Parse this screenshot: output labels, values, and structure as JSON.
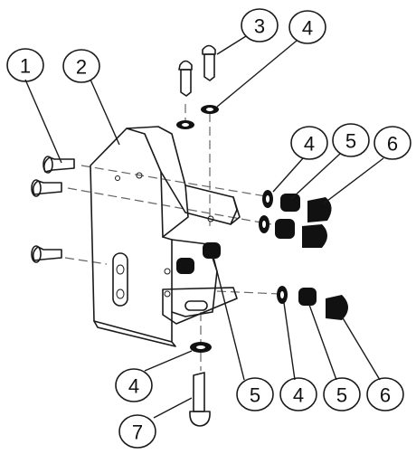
{
  "callouts": [
    {
      "id": "c1",
      "label": "1"
    },
    {
      "id": "c2",
      "label": "2"
    },
    {
      "id": "c3",
      "label": "3"
    },
    {
      "id": "c4a",
      "label": "4"
    },
    {
      "id": "c4b",
      "label": "4"
    },
    {
      "id": "c5a",
      "label": "5"
    },
    {
      "id": "c6a",
      "label": "6"
    },
    {
      "id": "c4c",
      "label": "4"
    },
    {
      "id": "c5b",
      "label": "5"
    },
    {
      "id": "c4d",
      "label": "4"
    },
    {
      "id": "c5c",
      "label": "5"
    },
    {
      "id": "c6b",
      "label": "6"
    },
    {
      "id": "c7",
      "label": "7"
    }
  ]
}
